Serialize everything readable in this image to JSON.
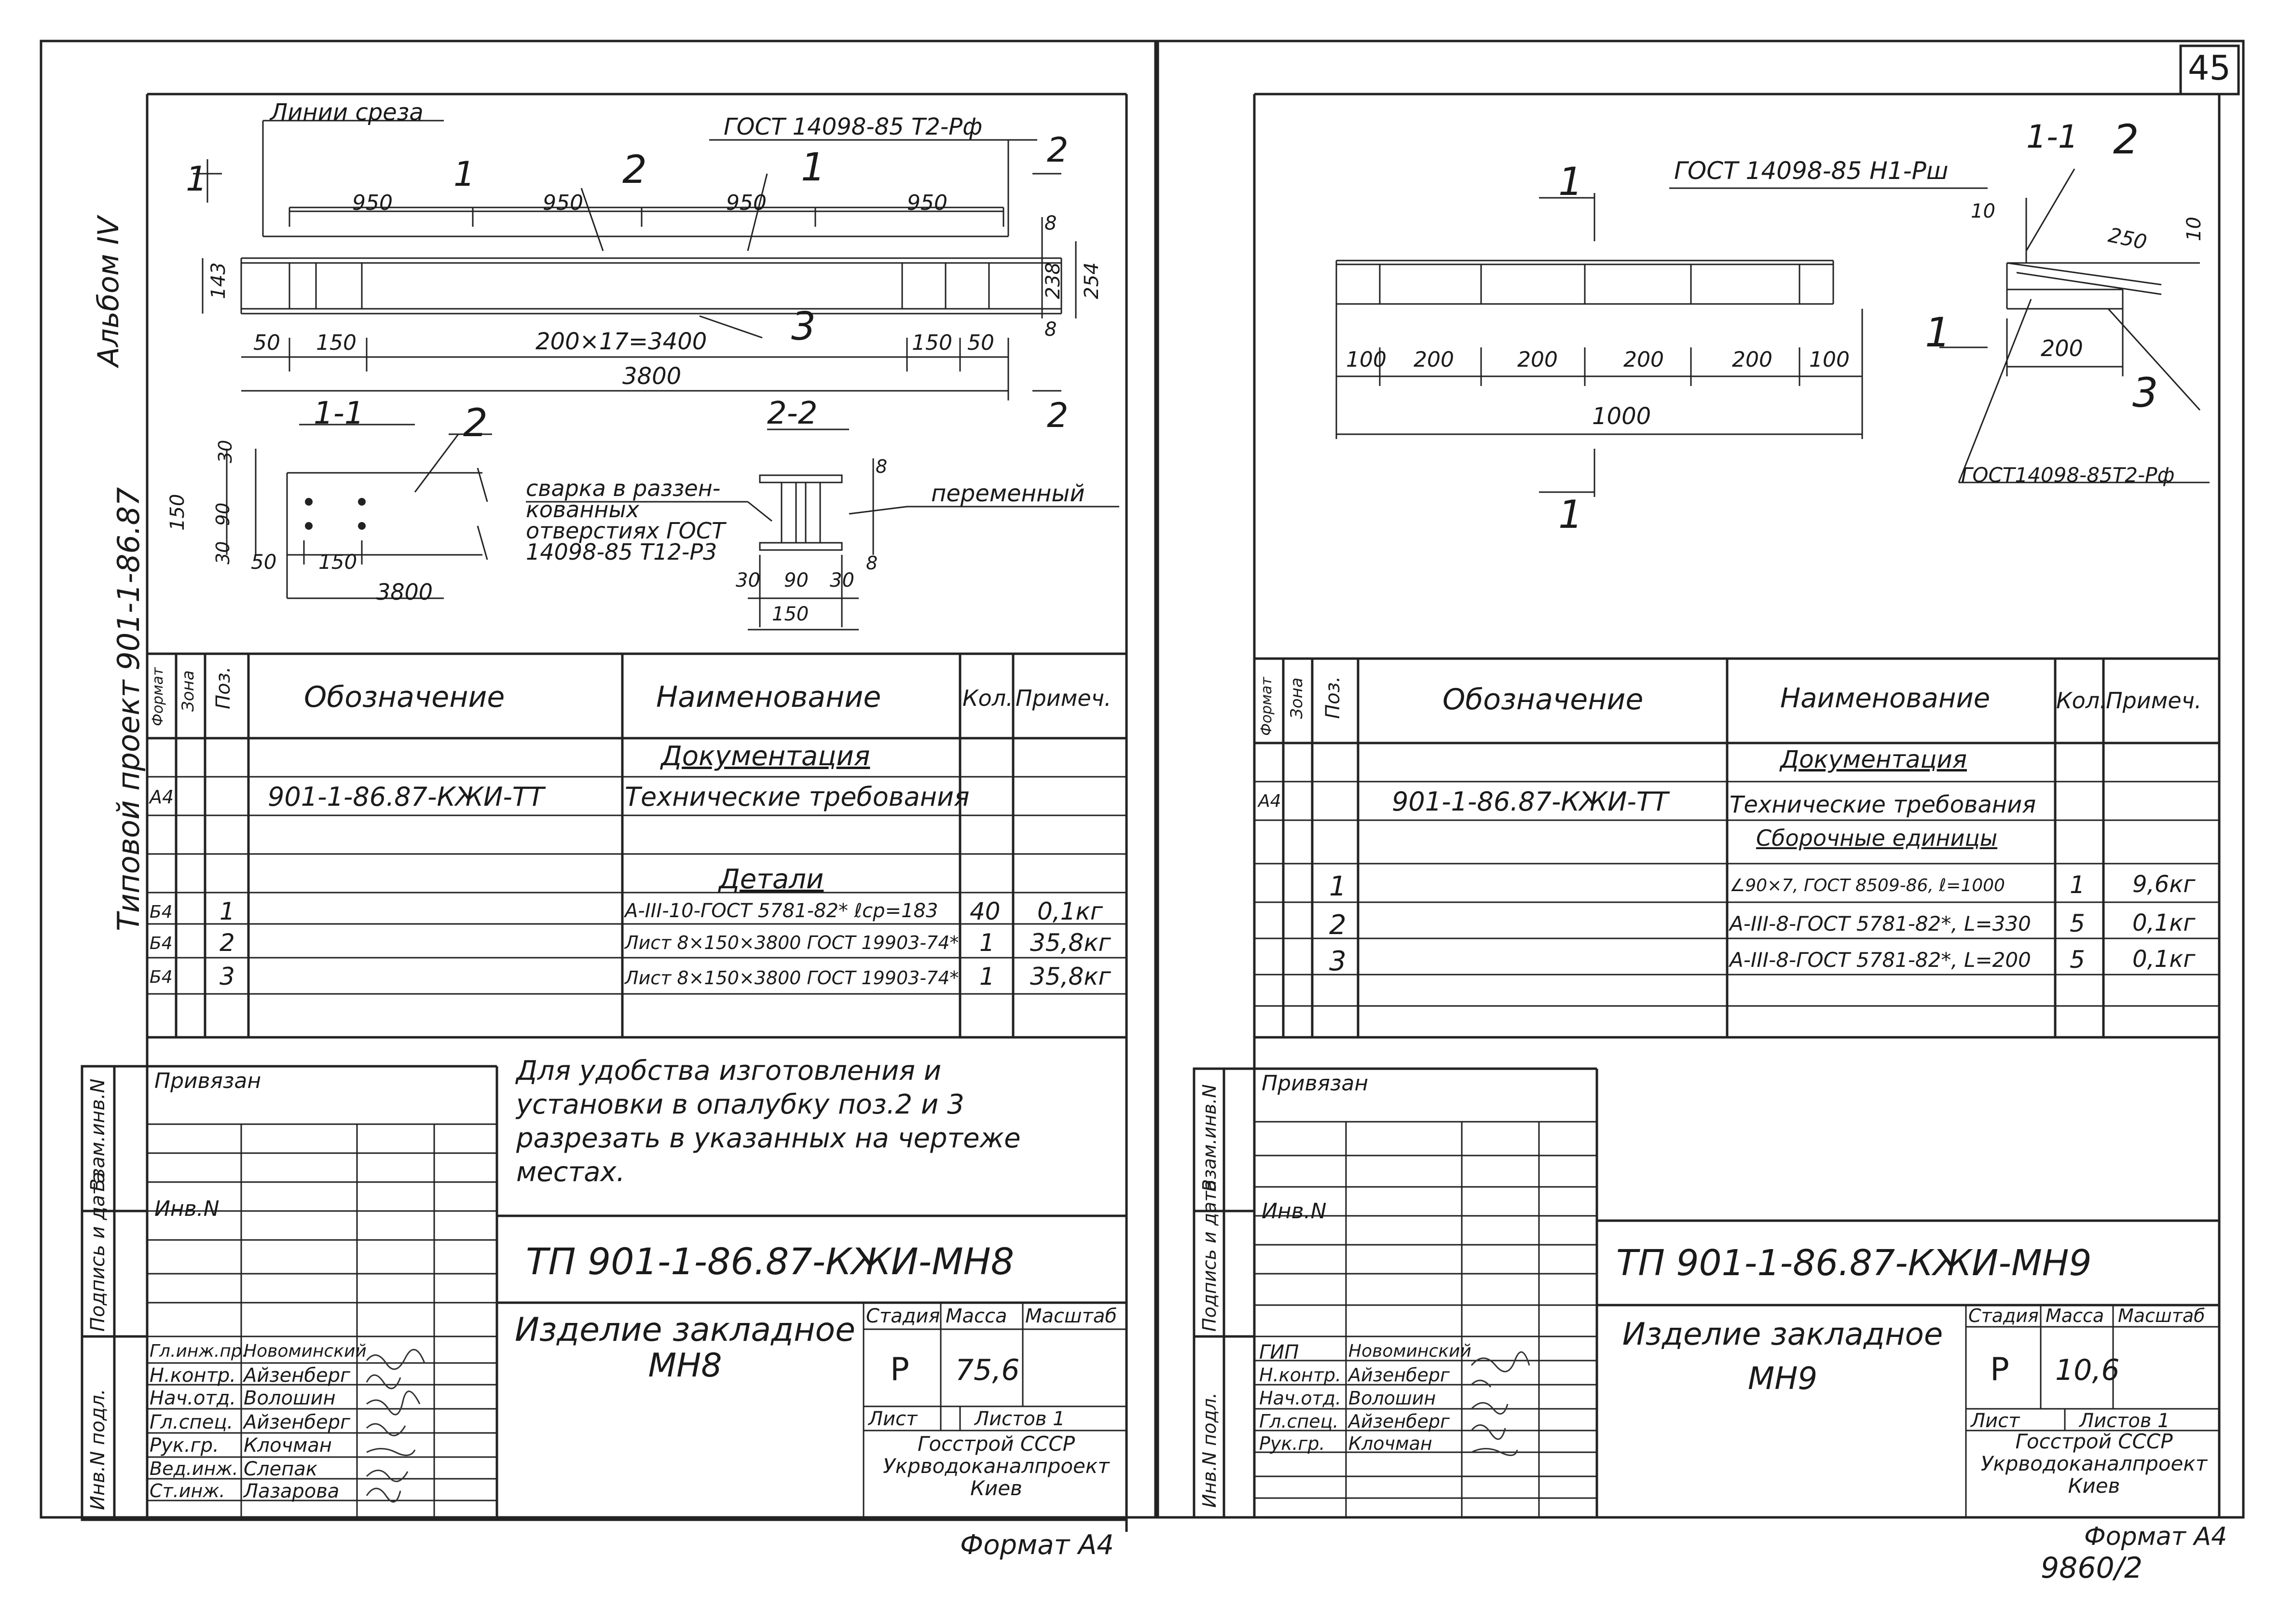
{
  "page_number": "45",
  "album_side": "Альбом IV",
  "project_side": "Типовой проект 901-1-86.87",
  "footer_archive_number": "9860/2",
  "left": {
    "drawing": {
      "cut_lines_label": "Линии среза",
      "gost_top": "ГОСТ 14098-85 Т2-Рф",
      "section_arrow_1": "1",
      "section_arrow_2": "2",
      "pos_2": "2",
      "pos_1": "1",
      "pos_3": "3",
      "dim_950_a": "950",
      "dim_950_b": "950",
      "dim_950_c": "950",
      "dim_950_d": "950",
      "dim_8_top": "8",
      "dim_238": "238",
      "dim_254": "254",
      "dim_8_bot": "8",
      "dim_143": "143",
      "dim_50_l": "50",
      "dim_150_l": "150",
      "dim_span": "200×17=3400",
      "dim_150_r": "150",
      "dim_50_r": "50",
      "dim_3800": "3800",
      "section_1_1_title": "1-1",
      "section_1_1_pos": "2",
      "s11_30_top": "30",
      "s11_90": "90",
      "s11_150": "150",
      "s11_30_bot": "30",
      "s11_50": "50",
      "s11_150b": "150",
      "s11_3800": "3800",
      "weld_note": "сварка в раззен-кованных отверстиях ГОСТ 14098-85 Т12-Р3",
      "section_2_2_title": "2-2",
      "s22_8_top": "8",
      "s22_8_bot": "8",
      "s22_variable": "переменный",
      "s22_30_l": "30",
      "s22_90": "90",
      "s22_30_r": "30",
      "s22_150": "150"
    },
    "spec": {
      "headers": {
        "format": "Формат",
        "zone": "Зона",
        "pos": "Поз.",
        "designation": "Обозначение",
        "name": "Наименование",
        "qty": "Кол.",
        "note": "Примеч."
      },
      "section_docs": "Документация",
      "section_details": "Детали",
      "rows": [
        {
          "format": "А4",
          "pos": "",
          "designation": "901-1-86.87-КЖИ-ТТ",
          "name": "Технические требования",
          "qty": "",
          "note": ""
        },
        {
          "format": "Б4",
          "pos": "1",
          "designation": "",
          "name": "А-III-10-ГОСТ 5781-82* ℓср=183",
          "qty": "40",
          "note": "0,1кг"
        },
        {
          "format": "Б4",
          "pos": "2",
          "designation": "",
          "name": "Лист 8×150×3800 ГОСТ 19903-74*",
          "qty": "1",
          "note": "35,8кг"
        },
        {
          "format": "Б4",
          "pos": "3",
          "designation": "",
          "name": "Лист 8×150×3800 ГОСТ 19903-74*",
          "qty": "1",
          "note": "35,8кг"
        }
      ]
    },
    "note": "Для удобства изготовления и установки в опалубку поз.2 и 3 разрезать в указанных на чертеже местах.",
    "privyazan": "Привязан",
    "inv_n": "Инв.N",
    "side_labels": [
      "Взам.инв.N",
      "Подпись и дата",
      "Инв.N подл."
    ],
    "title_code": "ТП 901-1-86.87-КЖИ-МН8",
    "item_title": "Изделие закладное МН8",
    "stage_label": "Стадия",
    "mass_label": "Масса",
    "scale_label": "Масштаб",
    "stage": "Р",
    "mass": "75,6",
    "sheet_label": "Лист",
    "sheets_label": "Листов 1",
    "org": "Госстрой СССР Укрводоканалпроект Киев",
    "format": "Формат А4",
    "signatures": [
      {
        "role": "Гл.инж.пр.",
        "name": "Новоминский"
      },
      {
        "role": "Н.контр.",
        "name": "Айзенберг"
      },
      {
        "role": "Нач.отд.",
        "name": "Волошин"
      },
      {
        "role": "Гл.спец.",
        "name": "Айзенберг"
      },
      {
        "role": "Рук.гр.",
        "name": "Клочман"
      },
      {
        "role": "Вед.инж.",
        "name": "Слепак"
      },
      {
        "role": "Ст.инж.",
        "name": "Лазарова"
      }
    ]
  },
  "right": {
    "drawing": {
      "gost_top": "ГОСТ 14098-85 Н1-Рш",
      "section_label_top": "1",
      "section_label_bot": "1",
      "dims": [
        "100",
        "200",
        "200",
        "200",
        "200",
        "100"
      ],
      "dim_1000": "1000",
      "section_1_1_title": "1-1",
      "s_pos_2": "2",
      "s_10": "10",
      "s_250": "250",
      "s_10b": "10",
      "s_pos_1": "1",
      "s_200": "200",
      "s_pos_3": "3",
      "gost_bottom": "ГОСТ14098-85Т2-Рф"
    },
    "spec": {
      "headers": {
        "format": "Формат",
        "zone": "Зона",
        "pos": "Поз.",
        "designation": "Обозначение",
        "name": "Наименование",
        "qty": "Кол.",
        "note": "Примеч."
      },
      "section_docs": "Документация",
      "rows": [
        {
          "format": "А4",
          "pos": "",
          "designation": "901-1-86.87-КЖИ-ТТ",
          "name": "Технические требования",
          "qty": "",
          "note": ""
        },
        {
          "format": "",
          "pos": "",
          "designation": "",
          "name": "Сборочные единицы",
          "qty": "",
          "note": ""
        },
        {
          "format": "",
          "pos": "1",
          "designation": "",
          "name": "∠90×7, ГОСТ 8509-86, ℓ=1000",
          "qty": "1",
          "note": "9,6кг"
        },
        {
          "format": "",
          "pos": "2",
          "designation": "",
          "name": "А-III-8-ГОСТ 5781-82*, L=330",
          "qty": "5",
          "note": "0,1кг"
        },
        {
          "format": "",
          "pos": "3",
          "designation": "",
          "name": "А-III-8-ГОСТ 5781-82*, L=200",
          "qty": "5",
          "note": "0,1кг"
        }
      ]
    },
    "privyazan": "Привязан",
    "inv_n": "Инв.N",
    "side_labels": [
      "Взам.инв.N",
      "Подпись и дата",
      "Инв.N подл."
    ],
    "title_code": "ТП 901-1-86.87-КЖИ-МН9",
    "item_title": "Изделие закладное МН9",
    "stage_label": "Стадия",
    "mass_label": "Масса",
    "scale_label": "Масштаб",
    "stage": "Р",
    "mass": "10,6",
    "sheet_label": "Лист",
    "sheets_label": "Листов 1",
    "org": "Госстрой СССР Укрводоканалпроект Киев",
    "format": "Формат А4",
    "signatures": [
      {
        "role": "ГИП",
        "name": "Новоминский"
      },
      {
        "role": "Н.контр.",
        "name": "Айзенберг"
      },
      {
        "role": "Нач.отд.",
        "name": "Волошин"
      },
      {
        "role": "Гл.спец.",
        "name": "Айзенберг"
      },
      {
        "role": "Рук.гр.",
        "name": "Клочман"
      }
    ]
  }
}
